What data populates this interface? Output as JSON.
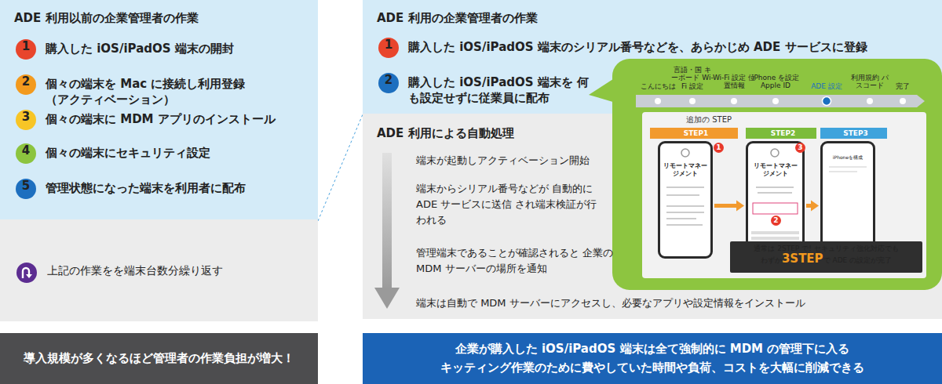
{
  "diagram": {
    "nodes": [
      {
        "text": [
          "ADE 利用以前の企業管理者の作業"
        ]
      },
      {
        "text": [
          "1",
          "購入した iOS/iPadOS 端末の開封"
        ],
        "in": 0
      },
      {
        "text": [
          "2",
          "個々の端末を Mac に接続し利用登録 （アクティベーション）"
        ],
        "in": 0
      },
      {
        "text": [
          "3",
          "個々の端末に MDM アプリのインストール"
        ],
        "in": 0
      },
      {
        "text": [
          "4",
          "個々の端末にセキュリティ設定"
        ],
        "in": 0
      },
      {
        "text": [
          "5",
          "管理状態になった端末を利用者に配布"
        ],
        "in": 0
      },
      {
        "text": [
          "上記の作業をを端末台数分繰り返す"
        ]
      },
      {
        "text": [
          "導入規模が多くなるほど管理者の作業負担が増大！"
        ]
      },
      {
        "text": [
          "ADE 利用の企業管理者の作業"
        ]
      },
      {
        "text": [
          "1",
          "購入した iOS/iPadOS 端末のシリアル番号などを、あらかじめ ADE サービスに登録"
        ],
        "in": 8
      },
      {
        "text": [
          "2",
          "購入した iOS/iPadOS 端末を 何も設定せずに従業員に配布"
        ],
        "in": 8
      },
      {
        "text": [
          "ADE 利用による自動処理",
          "端末が起動しアクティベーション開始",
          "端末からシリアル番号などが 自動的に ADE サービスに送信 され端末検証が行われる",
          "管理端末であることが確認されると 企業の MDM サーバーの場所を通知",
          "端末は自動で MDM サーバーにアクセスし、必要なアプリや設定情報をインストール"
        ]
      },
      {
        "text": [
          "こんにちは",
          "言語・国 キーボード Wi-Fi 設定",
          "Wi-Fi 設定 位置情報",
          "iPhone を設定 Apple ID",
          "ADE 設定",
          "利用規約 パスコード",
          "完了"
        ]
      },
      {
        "text": [
          "追加の STEP"
        ],
        "in": 12
      },
      {
        "text": [
          "STEP1"
        ],
        "in": 13
      },
      {
        "text": [
          "STEP2"
        ],
        "in": 13
      },
      {
        "text": [
          "STEP3"
        ],
        "in": 13
      },
      {
        "text": [
          "リモートマネージメント"
        ],
        "in": 13
      },
      {
        "text": [
          "リモートマネージメント"
        ],
        "in": 13
      },
      {
        "text": [
          "iPhoneを構成"
        ],
        "in": 13
      },
      {
        "text": [
          "通常は 2STEP で! セキュリティ強化対応でも",
          "わずか",
          "3STEP",
          "で ADE の設定が完了"
        ],
        "in": 12
      },
      {
        "text": [
          "企業が購入した iOS/iPadOS 端末は全て強制的に MDM の管理下に入る",
          "キッティング作業のために費やしていた時間や負荷、コストを大幅に削減できる"
        ]
      }
    ],
    "edges": [
      {
        "from": 17,
        "to": 18,
        "arrow": "to"
      },
      {
        "from": 18,
        "to": 19,
        "arrow": "to"
      }
    ],
    "labels": [
      "1",
      "3",
      "2"
    ]
  }
}
